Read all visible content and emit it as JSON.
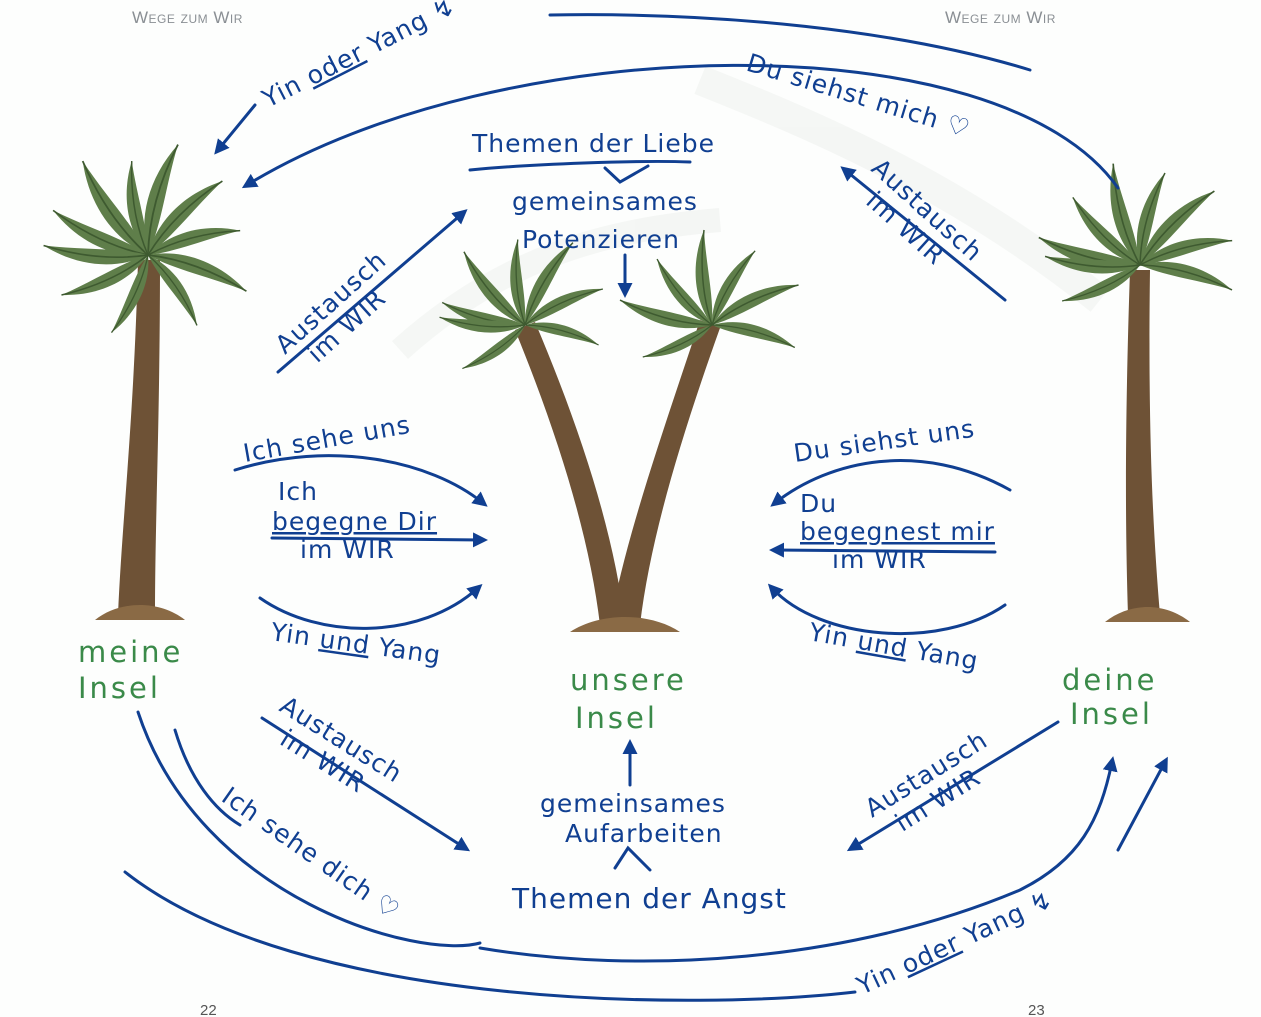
{
  "header": {
    "left": "Wege zum Wir",
    "right": "Wege zum Wir"
  },
  "page_numbers": {
    "left": "22",
    "right": "23"
  },
  "islands": {
    "mine": [
      "meine",
      "Insel"
    ],
    "ours": [
      "unsere",
      "Insel"
    ],
    "yours": [
      "deine",
      "Insel"
    ]
  },
  "top": {
    "yin_oder_yang": [
      "Yin ",
      "oder",
      " Yang ↯"
    ],
    "du_siehst_mich": "Du siehst mich ♡",
    "themen_liebe": "Themen der Liebe",
    "gemeinsames_potenzieren": [
      "gemeinsames",
      "Potenzieren"
    ]
  },
  "exchange": {
    "line1": "Austausch",
    "line2": "im WIR"
  },
  "left_center": {
    "ich_sehe_uns": "Ich sehe uns",
    "ich_begegne": [
      "Ich",
      "begegne Dir",
      "im WIR"
    ],
    "yin_und_yang": [
      "Yin ",
      "und",
      " Yang"
    ]
  },
  "right_center": {
    "du_siehst_uns": "Du siehst uns",
    "du_begegnest": [
      "Du",
      "begegnest mir",
      "im WIR"
    ],
    "yin_und_yang": [
      "Yin ",
      "und",
      " Yang"
    ]
  },
  "bottom": {
    "gemeinsames_aufarbeiten": [
      "gemeinsames",
      "Aufarbeiten"
    ],
    "themen_angst": "Themen der Angst",
    "ich_sehe_dich": "Ich sehe dich ♡",
    "yin_oder_yang": [
      "Yin ",
      "oder",
      " Yang ↯"
    ]
  },
  "colors": {
    "ink": "#103f91",
    "island_text": "#3a8a49",
    "trunk": "#6e5236",
    "leaves": "#5f7e4a"
  }
}
